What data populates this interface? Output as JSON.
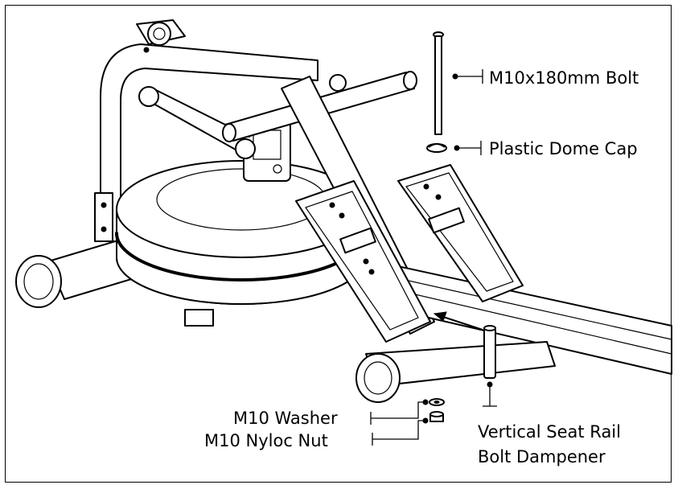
{
  "labels": {
    "bolt": "M10x180mm Bolt",
    "dome_cap": "Plastic Dome Cap",
    "washer": "M10 Washer",
    "nut": "M10 Nyloc Nut",
    "dampener_line1": "Vertical Seat Rail",
    "dampener_line2": "Bolt Dampener"
  }
}
